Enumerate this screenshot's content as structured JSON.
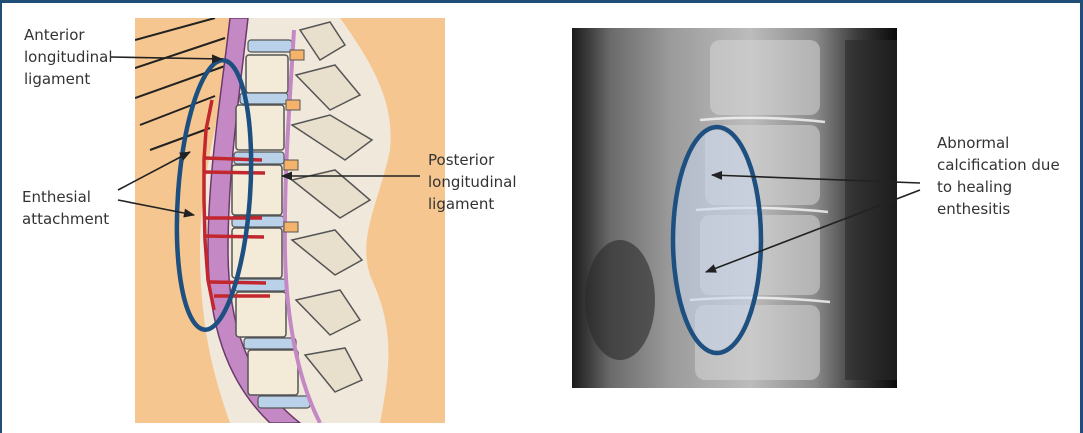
{
  "labels": {
    "anterior": [
      "Anterior",
      "longitudinal",
      "ligament"
    ],
    "enthesial": [
      "Enthesial",
      "attachment"
    ],
    "posterior": [
      "Posterior",
      "longitudinal",
      "ligament"
    ],
    "abnormal": [
      "Abnormal",
      "calcification due",
      "to healing",
      "enthesitis"
    ]
  },
  "colors": {
    "frame": "#1f4e79",
    "ellipse": "#1d4f80",
    "skin": "#f5c690",
    "vertebra": "#f3ead8",
    "disc": "#b9d2ea",
    "ligament": "#c489c4",
    "enthesis": "#c1272d",
    "xray_bg": "#0d0d0d"
  }
}
